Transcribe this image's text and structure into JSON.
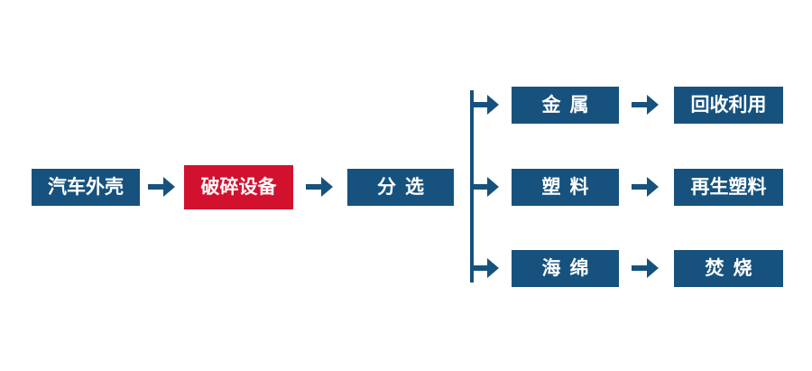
{
  "colors": {
    "primary_blue": "#17527E",
    "accent_red": "#D2112E",
    "label_text": "#FFFFFF",
    "background": "#FFFFFF"
  },
  "flow": {
    "main_nodes": [
      {
        "label": "汽车外壳",
        "style": "blue"
      },
      {
        "label": "破碎设备",
        "style": "red"
      },
      {
        "label": "分选",
        "style": "blue"
      }
    ],
    "branch_rows": [
      {
        "material": "金属",
        "outcome": "回收利用"
      },
      {
        "material": "塑料",
        "outcome": "再生塑料"
      },
      {
        "material": "海绵",
        "outcome": "焚烧"
      }
    ]
  }
}
